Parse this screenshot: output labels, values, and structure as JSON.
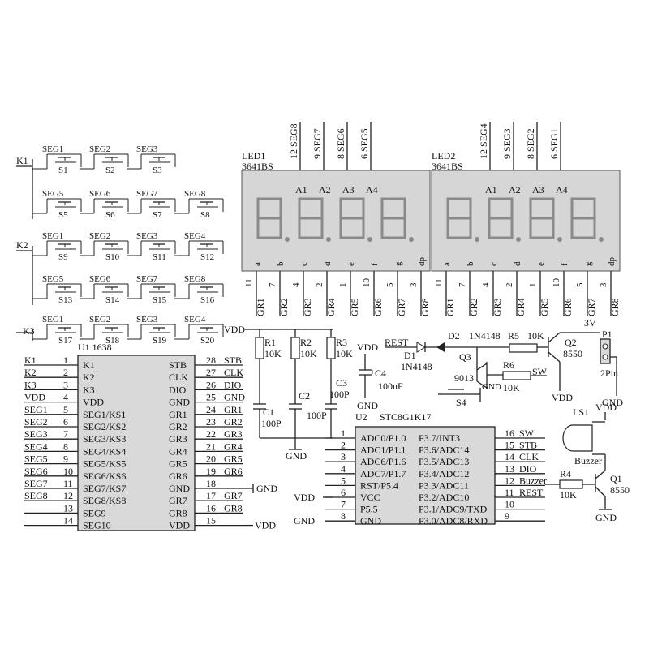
{
  "keys": {
    "labels": [
      "K1",
      "K2",
      "K3"
    ],
    "switches": [
      [
        {
          "seg": "SEG1",
          "sw": "S1"
        },
        {
          "seg": "SEG2",
          "sw": "S2"
        },
        {
          "seg": "SEG3",
          "sw": "S3"
        }
      ],
      [
        {
          "seg": "SEG5",
          "sw": "S5"
        },
        {
          "seg": "SEG6",
          "sw": "S6"
        },
        {
          "seg": "SEG7",
          "sw": "S7"
        },
        {
          "seg": "SEG8",
          "sw": "S8"
        }
      ],
      [
        {
          "seg": "SEG1",
          "sw": "S9"
        },
        {
          "seg": "SEG2",
          "sw": "S10"
        },
        {
          "seg": "SEG3",
          "sw": "S11"
        },
        {
          "seg": "SEG4",
          "sw": "S12"
        }
      ],
      [
        {
          "seg": "SEG5",
          "sw": "S13"
        },
        {
          "seg": "SEG6",
          "sw": "S14"
        },
        {
          "seg": "SEG7",
          "sw": "S15"
        },
        {
          "seg": "SEG8",
          "sw": "S16"
        }
      ],
      [
        {
          "seg": "SEG1",
          "sw": "S17"
        },
        {
          "seg": "SEG2",
          "sw": "S18"
        },
        {
          "seg": "SEG3",
          "sw": "S19"
        },
        {
          "seg": "SEG4",
          "sw": "S20"
        }
      ]
    ]
  },
  "led1": {
    "ref": "LED1",
    "part": "3641BS",
    "top_pins": [
      {
        "num": "12",
        "name": "SEG8"
      },
      {
        "num": "9",
        "name": "SEG7"
      },
      {
        "num": "8",
        "name": "SEG6"
      },
      {
        "num": "6",
        "name": "SEG5"
      }
    ],
    "digits": [
      "A1",
      "A2",
      "A3",
      "A4"
    ],
    "segments": [
      "a",
      "b",
      "c",
      "d",
      "e",
      "f",
      "g",
      "dp"
    ],
    "bottom_nums": [
      "11",
      "7",
      "4",
      "2",
      "1",
      "10",
      "5",
      "3"
    ],
    "bottom_nets": [
      "GR1",
      "GR2",
      "GR3",
      "GR4",
      "GR5",
      "GR6",
      "GR7",
      "GR8"
    ]
  },
  "led2": {
    "ref": "LED2",
    "part": "3641BS",
    "top_pins": [
      {
        "num": "12",
        "name": "SEG4"
      },
      {
        "num": "9",
        "name": "SEG3"
      },
      {
        "num": "8",
        "name": "SEG2"
      },
      {
        "num": "6",
        "name": "SEG1"
      }
    ],
    "digits": [
      "A1",
      "A2",
      "A3",
      "A4"
    ],
    "segments": [
      "a",
      "b",
      "c",
      "d",
      "e",
      "f",
      "g",
      "dp"
    ],
    "bottom_nums": [
      "11",
      "7",
      "4",
      "2",
      "1",
      "10",
      "5",
      "3"
    ],
    "bottom_nets": [
      "GR1",
      "GR2",
      "GR3",
      "GR4",
      "GR5",
      "GR6",
      "GR7",
      "GR8"
    ]
  },
  "u1": {
    "ref": "U1",
    "part": "1638",
    "left_pins": [
      {
        "net": "K1",
        "num": "1",
        "name": "K1"
      },
      {
        "net": "K2",
        "num": "2",
        "name": "K2"
      },
      {
        "net": "K3",
        "num": "3",
        "name": "K3"
      },
      {
        "net": "VDD",
        "num": "4",
        "name": "VDD"
      },
      {
        "net": "SEG1",
        "num": "5",
        "name": "SEG1/KS1"
      },
      {
        "net": "SEG2",
        "num": "6",
        "name": "SEG2/KS2"
      },
      {
        "net": "SEG3",
        "num": "7",
        "name": "SEG3/KS3"
      },
      {
        "net": "SEG4",
        "num": "8",
        "name": "SEG4/KS4"
      },
      {
        "net": "SEG5",
        "num": "9",
        "name": "SEG5/KS5"
      },
      {
        "net": "SEG6",
        "num": "10",
        "name": "SEG6/KS6"
      },
      {
        "net": "SEG7",
        "num": "11",
        "name": "SEG7/KS7"
      },
      {
        "net": "SEG8",
        "num": "12",
        "name": "SEG8/KS8"
      },
      {
        "net": "",
        "num": "13",
        "name": "SEG9"
      },
      {
        "net": "",
        "num": "14",
        "name": "SEG10"
      }
    ],
    "right_pins": [
      {
        "name": "STB",
        "num": "28",
        "net": "STB"
      },
      {
        "name": "CLK",
        "num": "27",
        "net": "CLK"
      },
      {
        "name": "DIO",
        "num": "26",
        "net": "DIO"
      },
      {
        "name": "GND",
        "num": "25",
        "net": "GND"
      },
      {
        "name": "GR1",
        "num": "24",
        "net": "GR1"
      },
      {
        "name": "GR2",
        "num": "23",
        "net": "GR2"
      },
      {
        "name": "GR3",
        "num": "22",
        "net": "GR3"
      },
      {
        "name": "GR4",
        "num": "21",
        "net": "GR4"
      },
      {
        "name": "GR5",
        "num": "20",
        "net": "GR5"
      },
      {
        "name": "GR6",
        "num": "19",
        "net": "GR6"
      },
      {
        "name": "GND",
        "num": "18",
        "net": "GND"
      },
      {
        "name": "GR7",
        "num": "17",
        "net": "GR7"
      },
      {
        "name": "GR8",
        "num": "16",
        "net": "GR8"
      },
      {
        "name": "VDD",
        "num": "15",
        "net": "VDD"
      }
    ]
  },
  "u2": {
    "ref": "U2",
    "part": "STC8G1K17",
    "left_pins": [
      {
        "num": "1",
        "name": "ADC0/P1.0",
        "net": ""
      },
      {
        "num": "2",
        "name": "ADC1/P1.1",
        "net": ""
      },
      {
        "num": "3",
        "name": "ADC6/P1.6",
        "net": ""
      },
      {
        "num": "4",
        "name": "ADC7/P1.7",
        "net": ""
      },
      {
        "num": "5",
        "name": "RST/P5.4",
        "net": ""
      },
      {
        "num": "6",
        "name": "VCC",
        "net": "VDD"
      },
      {
        "num": "7",
        "name": "P5.5",
        "net": ""
      },
      {
        "num": "8",
        "name": "GND",
        "net": "GND"
      }
    ],
    "right_pins": [
      {
        "name": "P3.7/INT3",
        "num": "16",
        "net": "SW"
      },
      {
        "name": "P3.6/ADC14",
        "num": "15",
        "net": "STB"
      },
      {
        "name": "P3.5/ADC13",
        "num": "14",
        "net": "CLK"
      },
      {
        "name": "P3.4/ADC12",
        "num": "13",
        "net": "DIO"
      },
      {
        "name": "P3.3/ADC11",
        "num": "12",
        "net": "Buzzer"
      },
      {
        "name": "P3.2/ADC10",
        "num": "11",
        "net": "REST"
      },
      {
        "name": "P3.1/ADC9/TXD",
        "num": "10",
        "net": ""
      },
      {
        "name": "P3.0/ADC8/RXD",
        "num": "9",
        "net": ""
      }
    ]
  },
  "passives": {
    "vdd_label": "VDD",
    "resistors": [
      {
        "ref": "R1",
        "val": "10K"
      },
      {
        "ref": "R2",
        "val": "10K"
      },
      {
        "ref": "R3",
        "val": "10K"
      }
    ],
    "caps": [
      {
        "ref": "C1",
        "val": "100P"
      },
      {
        "ref": "C2",
        "val": "100P"
      },
      {
        "ref": "C3",
        "val": "100P"
      }
    ],
    "gnd_label": "GND"
  },
  "reset": {
    "rest_label": "REST",
    "d1": {
      "ref": "D1",
      "part": "1N4148"
    },
    "d2": {
      "ref": "D2",
      "part": "1N4148"
    },
    "r5": {
      "ref": "R5",
      "val": "10K"
    },
    "q2": {
      "ref": "Q2",
      "part": "8550"
    },
    "p1": {
      "ref": "P1",
      "part": "2Pin",
      "volt": "3V"
    },
    "q3": {
      "ref": "Q3",
      "part": "9013"
    },
    "r6": {
      "ref": "R6",
      "val": "10K"
    },
    "sw_label": "SW",
    "s4": "S4",
    "c4": {
      "ref": "C4",
      "val": "100uF"
    },
    "vdd": "VDD",
    "gnd": "GND"
  },
  "buzzer": {
    "ls1": "LS1",
    "name": "Buzzer",
    "vdd": "VDD",
    "r4": {
      "ref": "R4",
      "val": "10K"
    },
    "q1": {
      "ref": "Q1",
      "part": "8550"
    },
    "gnd": "GND"
  },
  "u1_ext": {
    "gnd": "GND",
    "vdd": "VDD"
  },
  "u2_ext": {
    "vdd": "VDD",
    "gnd": "GND"
  }
}
